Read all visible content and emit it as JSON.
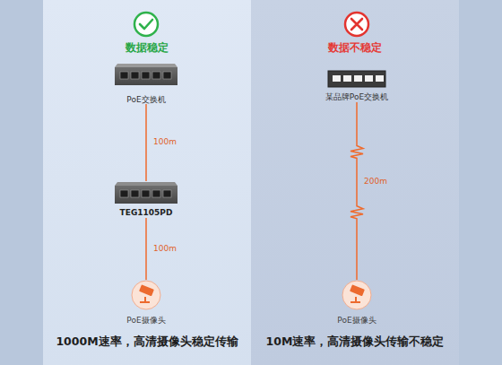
{
  "diagram": {
    "nodes": [
      {
        "text": [
          "数据稳定",
          "1000M速率，高清摄像头稳定传输"
        ]
      },
      {
        "text": [
          "PoE交换机"
        ],
        "in": 0
      },
      {
        "text": [
          "TEG1105PD"
        ],
        "in": 0
      },
      {
        "text": [
          "PoE摄像头"
        ],
        "in": 0
      },
      {
        "text": [
          "数据不稳定",
          "10M速率，高清摄像头传输不稳定"
        ]
      },
      {
        "text": [
          "某品牌PoE交换机"
        ],
        "in": 4
      },
      {
        "text": [
          "PoE摄像头"
        ],
        "in": 4
      }
    ],
    "edges": [
      {
        "from": 1,
        "to": 2,
        "arrow": "none",
        "label": "100m"
      },
      {
        "from": 2,
        "to": 3,
        "arrow": "none",
        "label": "100m"
      },
      {
        "from": 5,
        "to": 6,
        "arrow": "none",
        "label": "200m"
      }
    ]
  }
}
